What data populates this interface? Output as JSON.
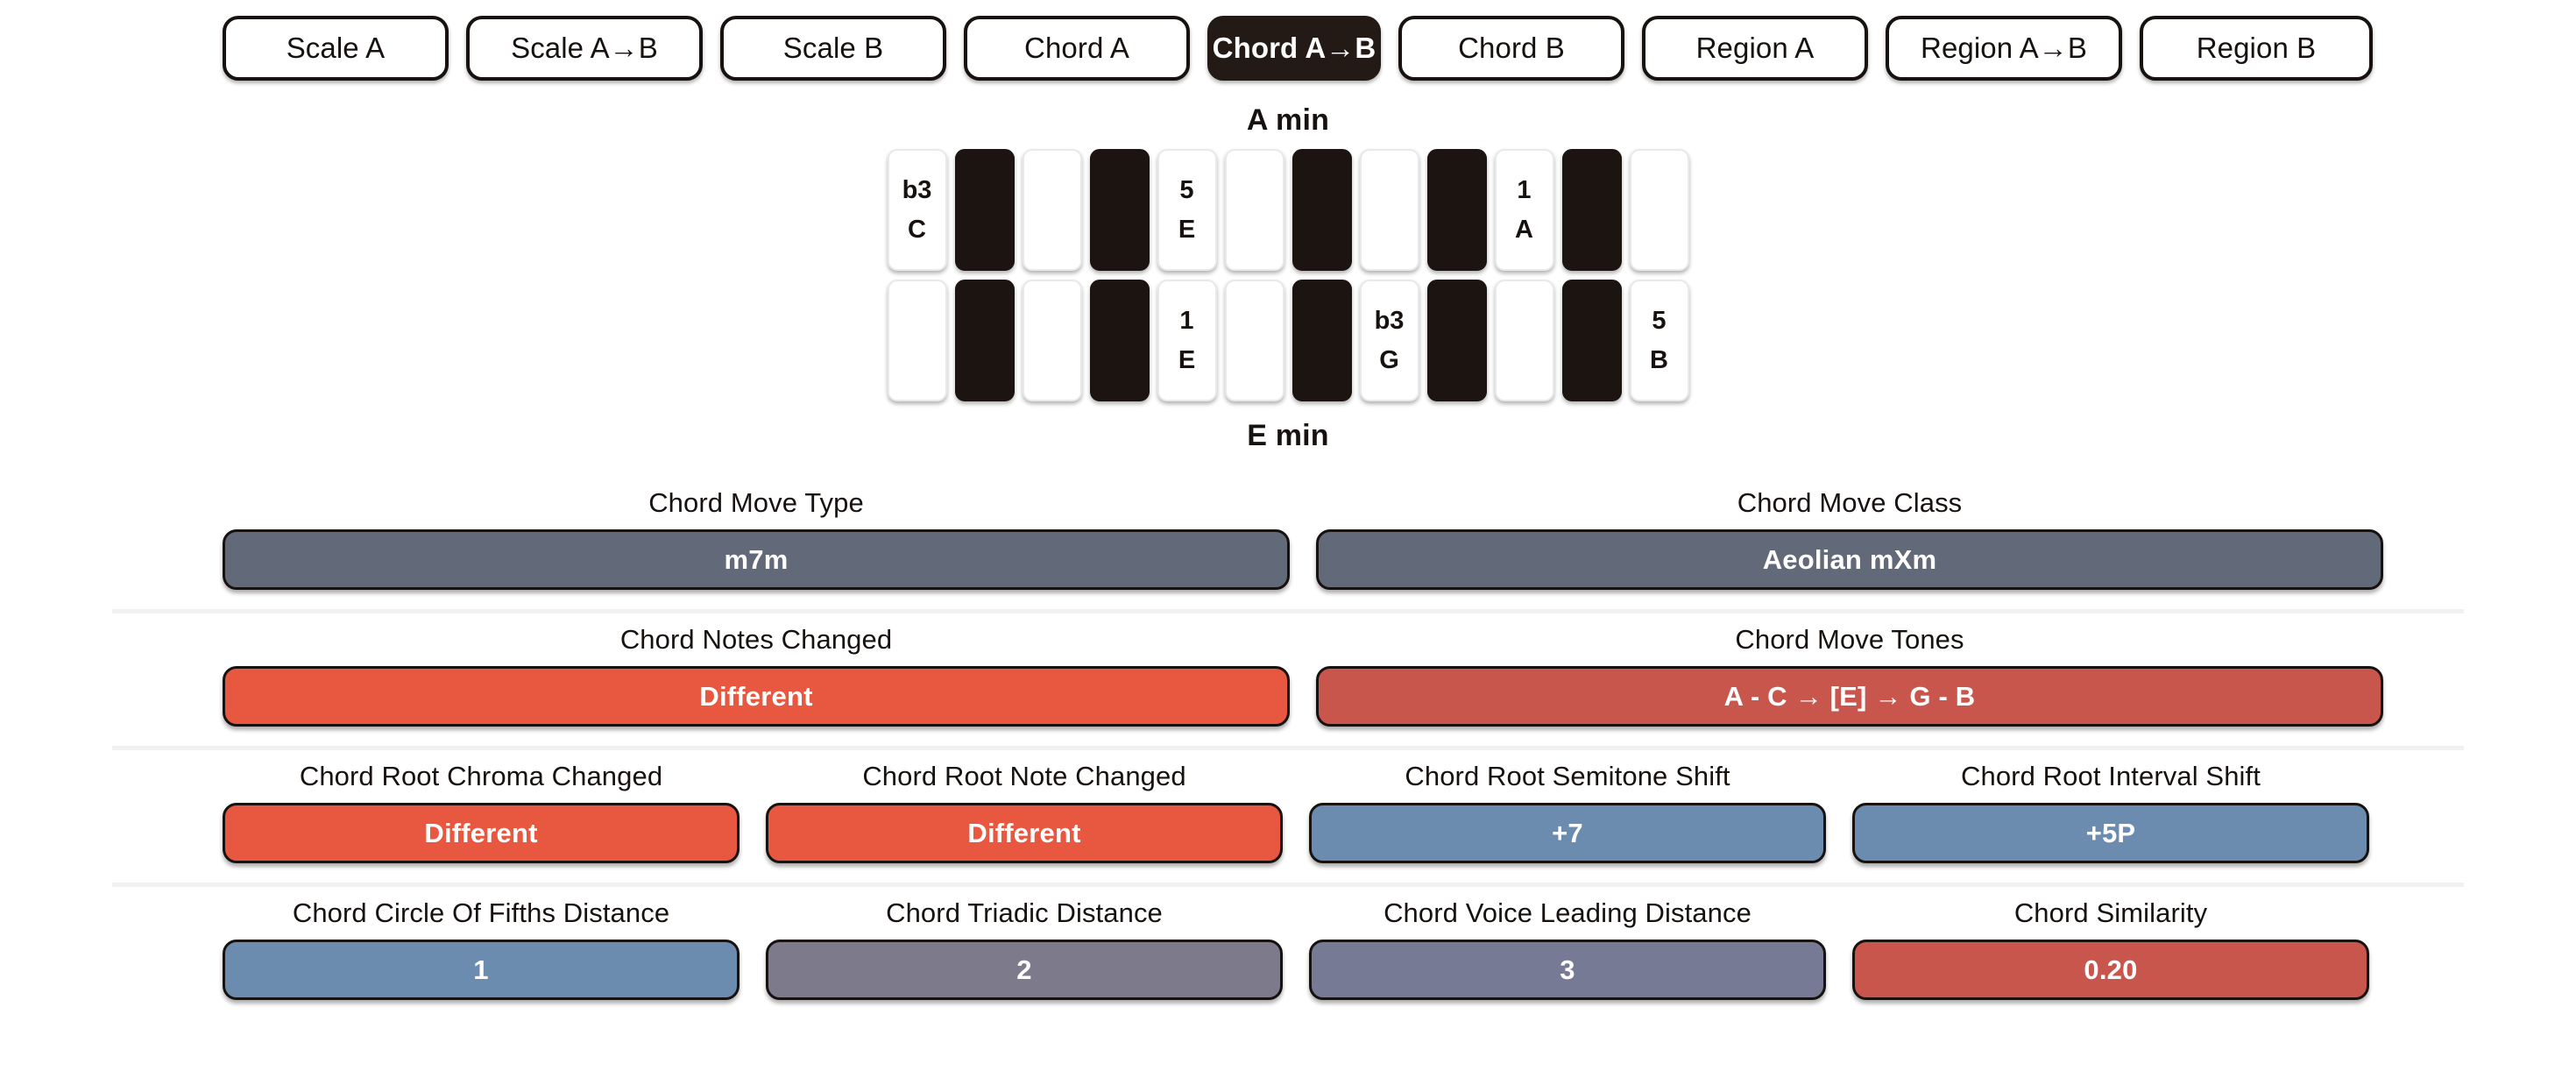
{
  "tabs": [
    {
      "label": "Scale A",
      "active": false,
      "name": "tab-scale-a"
    },
    {
      "label": "Scale A→B",
      "active": false,
      "name": "tab-scale-a-b"
    },
    {
      "label": "Scale B",
      "active": false,
      "name": "tab-scale-b"
    },
    {
      "label": "Chord A",
      "active": false,
      "name": "tab-chord-a"
    },
    {
      "label": "Chord A→B",
      "active": true,
      "name": "tab-chord-a-b"
    },
    {
      "label": "Chord B",
      "active": false,
      "name": "tab-chord-b"
    },
    {
      "label": "Region A",
      "active": false,
      "name": "tab-region-a"
    },
    {
      "label": "Region A→B",
      "active": false,
      "name": "tab-region-a-b"
    },
    {
      "label": "Region B",
      "active": false,
      "name": "tab-region-b"
    }
  ],
  "keyboard": {
    "top_caption": "A min",
    "bottom_caption": "E min",
    "row_a": [
      {
        "color": "white",
        "degree": "b3",
        "note": "C"
      },
      {
        "color": "black",
        "degree": "",
        "note": ""
      },
      {
        "color": "white",
        "degree": "",
        "note": ""
      },
      {
        "color": "black",
        "degree": "",
        "note": ""
      },
      {
        "color": "white",
        "degree": "5",
        "note": "E"
      },
      {
        "color": "white",
        "degree": "",
        "note": ""
      },
      {
        "color": "black",
        "degree": "",
        "note": ""
      },
      {
        "color": "white",
        "degree": "",
        "note": ""
      },
      {
        "color": "black",
        "degree": "",
        "note": ""
      },
      {
        "color": "white",
        "degree": "1",
        "note": "A"
      },
      {
        "color": "black",
        "degree": "",
        "note": ""
      },
      {
        "color": "white",
        "degree": "",
        "note": ""
      }
    ],
    "row_b": [
      {
        "color": "white",
        "degree": "",
        "note": ""
      },
      {
        "color": "black",
        "degree": "",
        "note": ""
      },
      {
        "color": "white",
        "degree": "",
        "note": ""
      },
      {
        "color": "black",
        "degree": "",
        "note": ""
      },
      {
        "color": "white",
        "degree": "1",
        "note": "E"
      },
      {
        "color": "white",
        "degree": "",
        "note": ""
      },
      {
        "color": "black",
        "degree": "",
        "note": ""
      },
      {
        "color": "white",
        "degree": "b3",
        "note": "G"
      },
      {
        "color": "black",
        "degree": "",
        "note": ""
      },
      {
        "color": "white",
        "degree": "",
        "note": ""
      },
      {
        "color": "black",
        "degree": "",
        "note": ""
      },
      {
        "color": "white",
        "degree": "5",
        "note": "B"
      }
    ]
  },
  "metrics": {
    "row1": [
      {
        "label": "Chord Move Type",
        "value": "m7m",
        "color": "#626a7a"
      },
      {
        "label": "Chord Move Class",
        "value": "Aeolian mXm",
        "color": "#626a7a"
      }
    ],
    "row2": [
      {
        "label": "Chord Notes Changed",
        "value": "Different",
        "color": "#e8573f"
      },
      {
        "label": "Chord Move Tones",
        "value": "A - C → [E] → G - B",
        "color": "#c8564c"
      }
    ],
    "row3": [
      {
        "label": "Chord Root Chroma Changed",
        "value": "Different",
        "color": "#e8573f"
      },
      {
        "label": "Chord Root Note Changed",
        "value": "Different",
        "color": "#e8573f"
      },
      {
        "label": "Chord Root Semitone Shift",
        "value": "+7",
        "color": "#6b8caf"
      },
      {
        "label": "Chord Root Interval Shift",
        "value": "+5P",
        "color": "#6b8caf"
      }
    ],
    "row4": [
      {
        "label": "Chord Circle Of Fifths Distance",
        "value": "1",
        "color": "#6b8caf"
      },
      {
        "label": "Chord Triadic Distance",
        "value": "2",
        "color": "#7d7a8c"
      },
      {
        "label": "Chord Voice Leading Distance",
        "value": "3",
        "color": "#767a94"
      },
      {
        "label": "Chord Similarity",
        "value": "0.20",
        "color": "#c8564c"
      }
    ]
  }
}
